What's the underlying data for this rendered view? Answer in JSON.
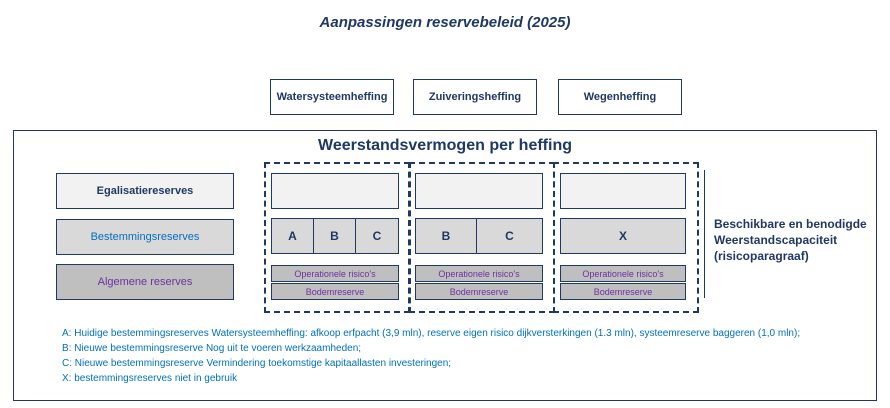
{
  "title": "Aanpassingen reservebeleid (2025)",
  "levies": [
    "Watersysteemheffing",
    "Zuiveringsheffing",
    "Wegenheffing"
  ],
  "frame_title": "Weerstandsvermogen per heffing",
  "reserve_types": {
    "egalisatie": "Egalisatiereserves",
    "bestemming": "Bestemmingsreserves",
    "algemeen": "Algemene reserves"
  },
  "columns": [
    {
      "mid": [
        "A",
        "B",
        "C"
      ],
      "operationeel": "Operationele risico's",
      "bodem": "Bodemreserve"
    },
    {
      "mid": [
        "B",
        "C"
      ],
      "operationeel": "Operationele risico's",
      "bodem": "Bodemreserve"
    },
    {
      "mid": [
        "X"
      ],
      "operationeel": "Operationele risico's",
      "bodem": "Bodemreserve"
    }
  ],
  "side_label": "Beschikbare en benodigde Weerstandscapaciteit (risicoparagraaf)",
  "notes": [
    "A: Huidige bestemmingsreserves Watersysteemheffing: afkoop erfpacht (3,9 mln), reserve eigen risico dijkversterkingen (1.3 mln),  systeemreserve baggeren (1,0 mln);",
    "B: Nieuwe bestemmingsreserve  Nog uit te voeren werkzaamheden;",
    "C: Nieuwe bestemmingsreserve Vermindering toekomstige kapitaallasten investeringen;",
    "X: bestemmingsreserves niet in gebruik"
  ],
  "colors": {
    "navy": "#1f3864",
    "blue_text": "#0070c0",
    "purple_text": "#7030a0",
    "light_fill": "#f2f2f2",
    "mid_fill": "#d9d9d9",
    "dark_fill": "#bfbfbf"
  }
}
